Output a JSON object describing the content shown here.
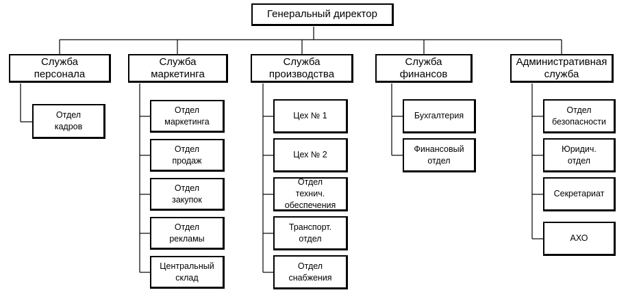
{
  "root": {
    "label": "Генеральный директор"
  },
  "services": [
    {
      "label": "Служба\nперсонала",
      "departments": [
        "Отдел\nкадров"
      ]
    },
    {
      "label": "Служба\nмаркетинга",
      "departments": [
        "Отдел\nмаркетинга",
        "Отдел\nпродаж",
        "Отдел\nзакупок",
        "Отдел\nрекламы",
        "Центральный\nсклад"
      ]
    },
    {
      "label": "Служба\nпроизводства",
      "departments": [
        "Цех № 1",
        "Цех № 2",
        "Отдел\nтехнич.\nобеспечения",
        "Транспорт.\nотдел",
        "Отдел\nснабжения"
      ]
    },
    {
      "label": "Служба\nфинансов",
      "departments": [
        "Бухгалтерия",
        "Финансовый\nотдел"
      ]
    },
    {
      "label": "Административная\nслужба",
      "departments": [
        "Отдел\nбезопасности",
        "Юридич.\nотдел",
        "Секретариат",
        "АХО"
      ]
    }
  ]
}
